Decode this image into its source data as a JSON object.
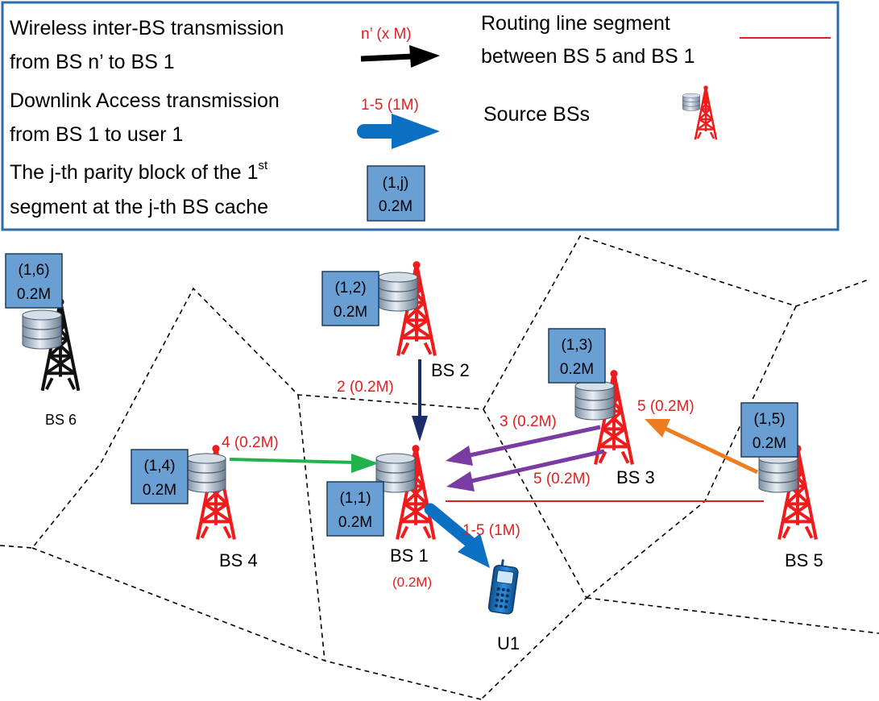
{
  "legend": {
    "wireless_line1": "Wireless inter-BS transmission",
    "wireless_line2": "from BS n’  to BS 1",
    "wireless_tag": "n’ (x M)",
    "downlink_line1": "Downlink Access transmission",
    "downlink_line2": "from BS 1 to user 1",
    "downlink_tag": "1-5 (1M)",
    "parity_line1_pre": "The j-th parity block of the 1",
    "parity_sup": "st",
    "parity_line2": "segment at the j-th BS cache",
    "parity_box_id": "(1,j)",
    "parity_box_size": "0.2M",
    "routing_line1": "Routing line segment",
    "routing_line2": "between BS 5 and BS 1",
    "source_label": "Source BSs"
  },
  "colors": {
    "source_tower": "#ee1c1c",
    "plain_tower": "#111111",
    "cache_box": "#6a9fd4",
    "downlink": "#0b6fc2",
    "bs2_arrow": "#1c2d6b",
    "bs4_arrow": "#22b24c",
    "bs3_arrow": "#7a3ba3",
    "bs5_arrow": "#ee7d22",
    "routing": "#e02020"
  },
  "stations": {
    "bs1": {
      "name": "BS 1",
      "box_id": "(1,1)",
      "box_size": "0.2M",
      "note": "(0.2M)"
    },
    "bs2": {
      "name": "BS 2",
      "box_id": "(1,2)",
      "box_size": "0.2M"
    },
    "bs3": {
      "name": "BS 3",
      "box_id": "(1,3)",
      "box_size": "0.2M"
    },
    "bs4": {
      "name": "BS 4",
      "box_id": "(1,4)",
      "box_size": "0.2M"
    },
    "bs5": {
      "name": "BS 5",
      "box_id": "(1,5)",
      "box_size": "0.2M"
    },
    "bs6": {
      "name": "BS 6",
      "box_id": "(1,6)",
      "box_size": "0.2M"
    }
  },
  "links": {
    "bs2_to_bs1": "2 (0.2M)",
    "bs4_to_bs1": "4 (0.2M)",
    "bs3_to_bs1": "3 (0.2M)",
    "bs5_via_bs3": "5 (0.2M)",
    "bs5_to_bs3": "5 (0.2M)",
    "bs1_to_user": "1-5 (1M)"
  },
  "user": {
    "name": "U1"
  }
}
